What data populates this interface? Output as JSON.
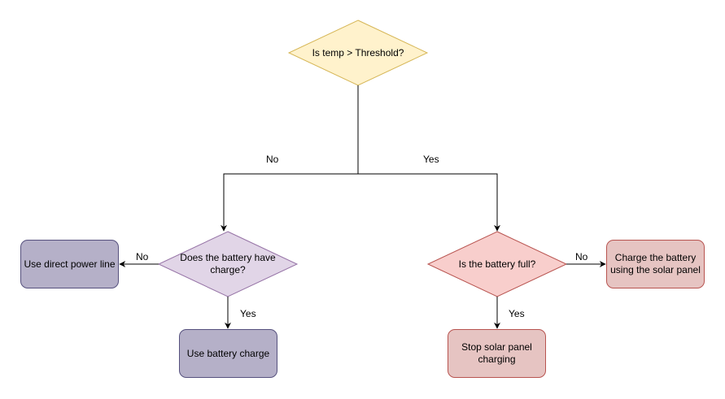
{
  "colors": {
    "yellow_fill": "#fff2cc",
    "yellow_stroke": "#d6b656",
    "purple_fill": "#e1d5e7",
    "purple_stroke": "#9673a6",
    "red_fill": "#f8cecc",
    "red_stroke": "#b85450",
    "grey_purple_fill": "#b5b0c8",
    "grey_purple_stroke": "#56517e",
    "rose_fill": "#e6c4c2",
    "rose_stroke": "#b85450",
    "edge": "#000000"
  },
  "nodes": {
    "temp_check": "Is temp > Threshold?",
    "battery_charge_check": "Does the battery have charge?",
    "battery_full_check": "Is the battery full?",
    "use_direct_power": "Use direct power line",
    "use_battery_charge": "Use battery charge",
    "stop_solar": "Stop solar panel charging",
    "charge_battery": "Charge the battery using the solar panel"
  },
  "edge_labels": {
    "temp_no": "No",
    "temp_yes": "Yes",
    "charge_no": "No",
    "charge_yes": "Yes",
    "full_no": "No",
    "full_yes": "Yes"
  }
}
